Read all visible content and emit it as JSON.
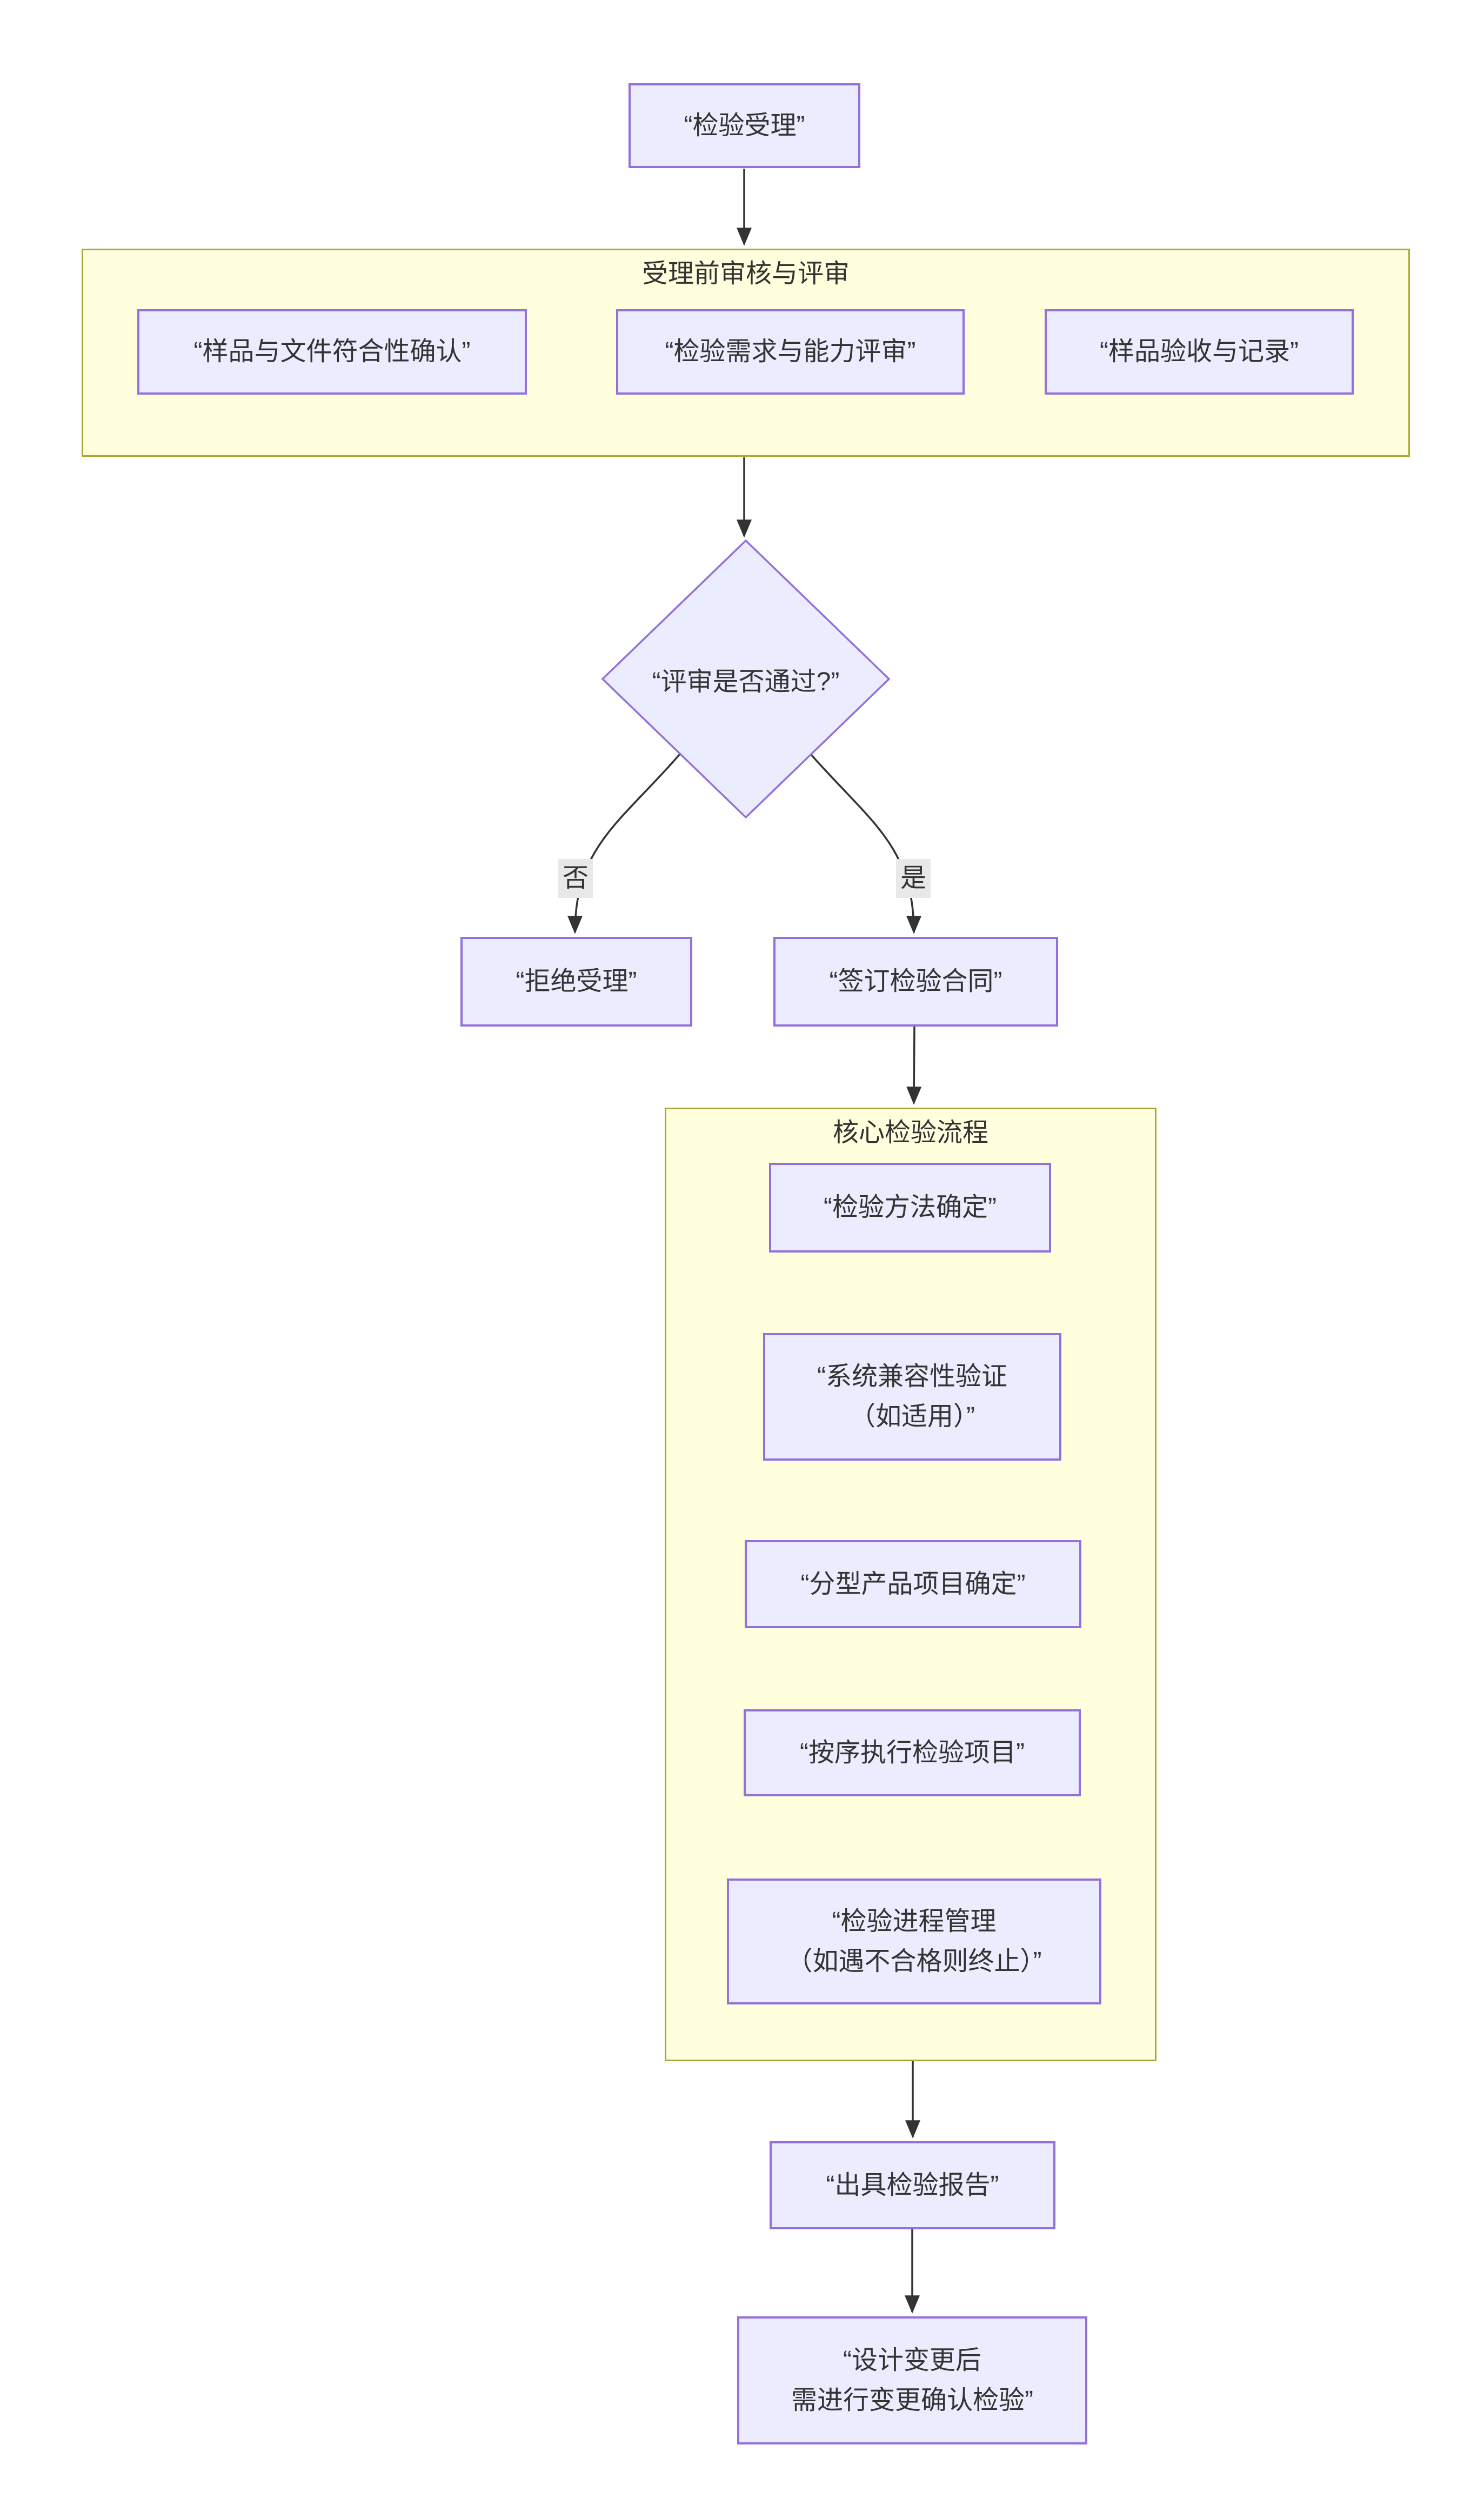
{
  "diagram": {
    "type": "flowchart",
    "direction": "top-down",
    "nodes": {
      "accept": {
        "label": "“检验受理”"
      },
      "sample_doc": {
        "label": "“样品与文件符合性确认”"
      },
      "need_review": {
        "label": "“检验需求与能力评审”"
      },
      "sample_record": {
        "label": "“样品验收与记录”"
      },
      "decision": {
        "label": "“评审是否通过?”",
        "shape": "diamond"
      },
      "reject": {
        "label": "“拒绝受理”"
      },
      "contract": {
        "label": "“签订检验合同”"
      },
      "method": {
        "label": "“检验方法确定”"
      },
      "compat": {
        "lines": [
          "“系统兼容性验证",
          "（如适用）”"
        ]
      },
      "typing": {
        "label": "“分型产品项目确定”"
      },
      "sequence": {
        "label": "“按序执行检验项目”"
      },
      "progress": {
        "lines": [
          "“检验进程管理",
          "（如遇不合格则终止）”"
        ]
      },
      "report": {
        "label": "“出具检验报告”"
      },
      "change": {
        "lines": [
          "“设计变更后",
          "需进行变更确认检验”"
        ]
      }
    },
    "clusters": {
      "pre_review": {
        "title": "受理前审核与评审",
        "children": [
          "sample_doc",
          "need_review",
          "sample_record"
        ]
      },
      "core_process": {
        "title": "核心检验流程",
        "children": [
          "method",
          "compat",
          "typing",
          "sequence",
          "progress"
        ]
      }
    },
    "edges": [
      {
        "from": "accept",
        "to": "pre_review",
        "label": ""
      },
      {
        "from": "pre_review",
        "to": "decision",
        "label": ""
      },
      {
        "from": "decision",
        "to": "reject",
        "label": "否"
      },
      {
        "from": "decision",
        "to": "contract",
        "label": "是"
      },
      {
        "from": "contract",
        "to": "core_process",
        "label": ""
      },
      {
        "from": "core_process",
        "to": "report",
        "label": ""
      },
      {
        "from": "report",
        "to": "change",
        "label": ""
      }
    ],
    "colors": {
      "node_fill": "#ECECFF",
      "node_border": "#9370DB",
      "cluster_fill": "#FFFFDE",
      "cluster_border": "#AAAA33",
      "edge": "#333333",
      "edge_label_bg": "#E8E8E8",
      "text": "#333333"
    }
  }
}
